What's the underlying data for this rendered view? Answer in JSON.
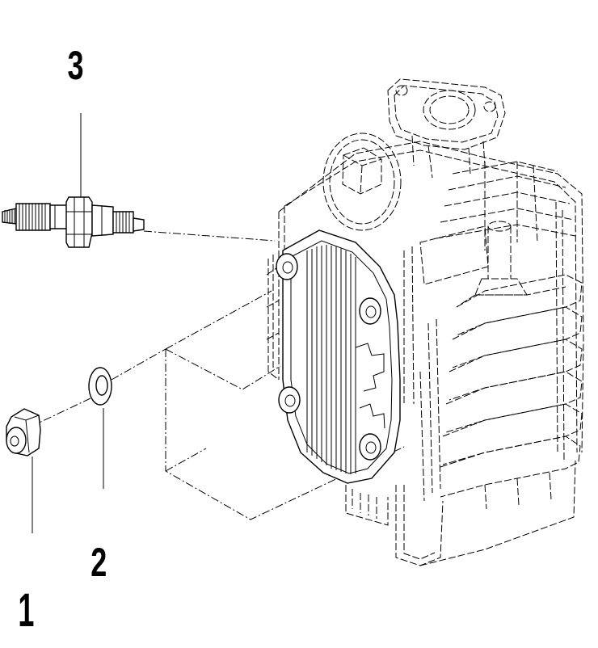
{
  "callouts": [
    {
      "id": "1",
      "label": "1"
    },
    {
      "id": "2",
      "label": "2"
    },
    {
      "id": "3",
      "label": "3"
    }
  ],
  "parts": {
    "cap_nut": "cap-nut",
    "washer": "washer",
    "spark_plug": "spark-plug",
    "cylinder_head": "cylinder-head"
  },
  "colors": {
    "line": "#000000",
    "background": "#ffffff"
  }
}
